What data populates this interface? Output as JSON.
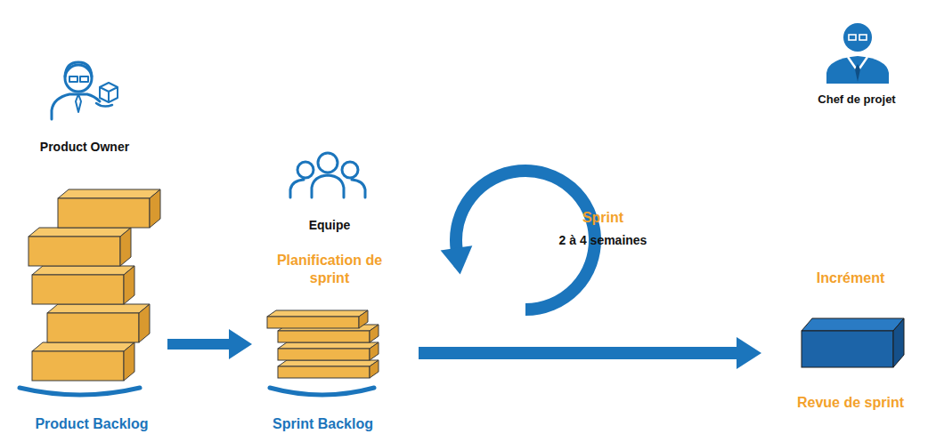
{
  "diagram": {
    "nodes": [
      {
        "text": [
          "Product Backlog"
        ]
      },
      {
        "text": [
          "Sprint Backlog"
        ]
      },
      {
        "text": [
          "Sprint",
          "2 à 4 semaines"
        ]
      },
      {
        "text": [
          "Incrément",
          "Revue de sprint"
        ]
      }
    ],
    "edges": [
      {
        "from": 0,
        "to": 1,
        "arrow": "to"
      },
      {
        "from": 1,
        "to": 3,
        "arrow": "to"
      }
    ],
    "labels": [
      "Product Owner",
      "Equipe",
      "Planification de sprint",
      "Chef de projet"
    ]
  }
}
